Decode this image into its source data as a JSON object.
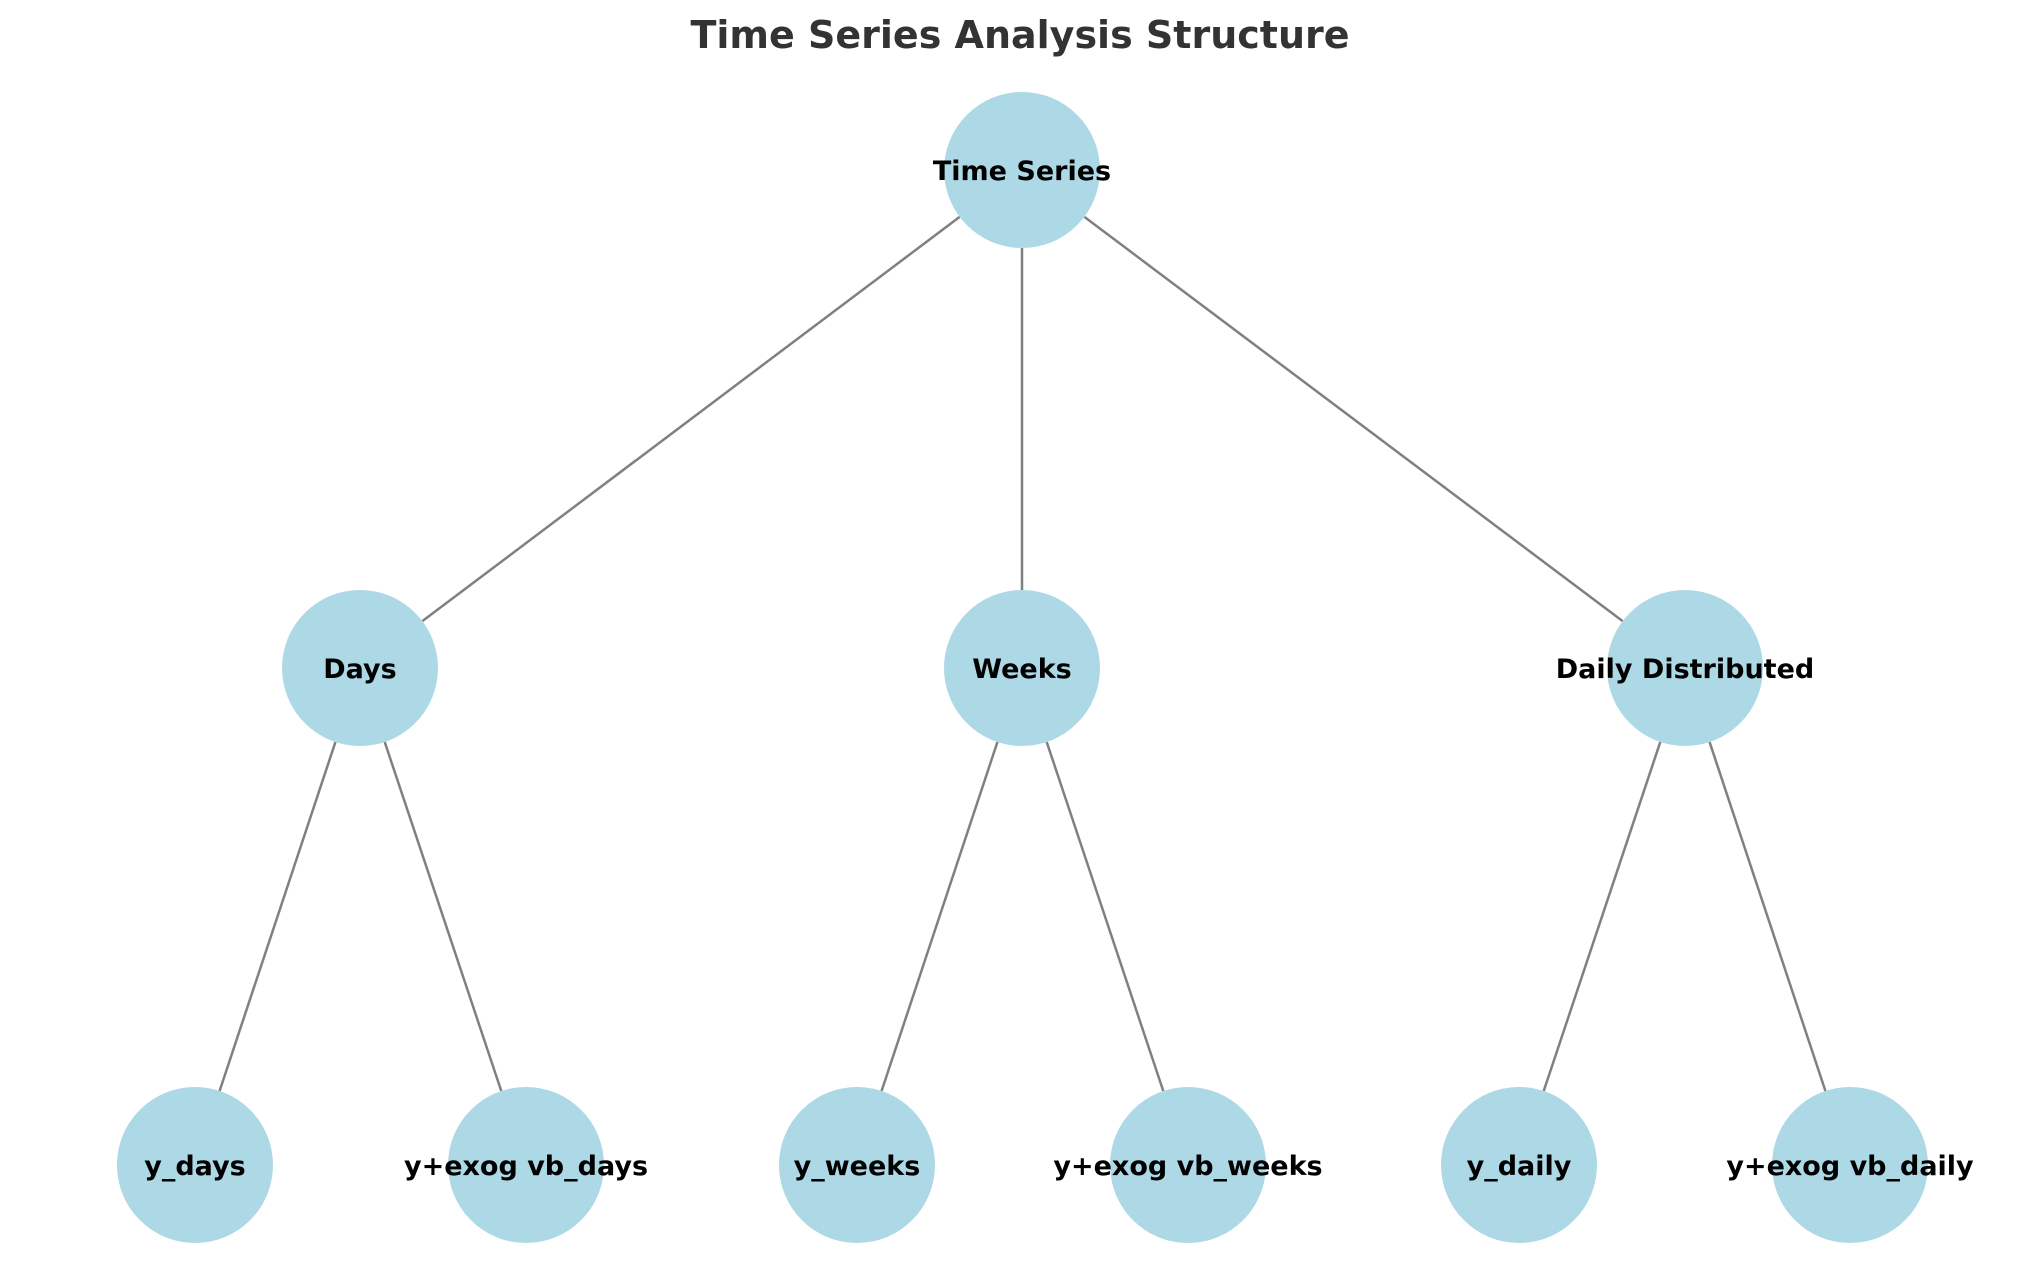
{
  "title": "Time Series Analysis Structure",
  "colors": {
    "node_fill": "#add8e6",
    "edge": "#808080",
    "title": "#333333",
    "label": "#000000"
  },
  "nodes": [
    {
      "id": "time-series",
      "label": "Time Series"
    },
    {
      "id": "days",
      "label": "Days"
    },
    {
      "id": "weeks",
      "label": "Weeks"
    },
    {
      "id": "daily-distributed",
      "label": "Daily Distributed"
    },
    {
      "id": "y-days",
      "label": "y_days"
    },
    {
      "id": "y-exog-vb-days",
      "label": "y+exog vb_days"
    },
    {
      "id": "y-weeks",
      "label": "y_weeks"
    },
    {
      "id": "y-exog-vb-weeks",
      "label": "y+exog vb_weeks"
    },
    {
      "id": "y-daily",
      "label": "y_daily"
    },
    {
      "id": "y-exog-vb-daily",
      "label": "y+exog vb_daily"
    }
  ],
  "edges": [
    {
      "from": "time-series",
      "to": "days"
    },
    {
      "from": "time-series",
      "to": "weeks"
    },
    {
      "from": "time-series",
      "to": "daily-distributed"
    },
    {
      "from": "days",
      "to": "y-days"
    },
    {
      "from": "days",
      "to": "y-exog-vb-days"
    },
    {
      "from": "weeks",
      "to": "y-weeks"
    },
    {
      "from": "weeks",
      "to": "y-exog-vb-weeks"
    },
    {
      "from": "daily-distributed",
      "to": "y-daily"
    },
    {
      "from": "daily-distributed",
      "to": "y-exog-vb-daily"
    }
  ]
}
